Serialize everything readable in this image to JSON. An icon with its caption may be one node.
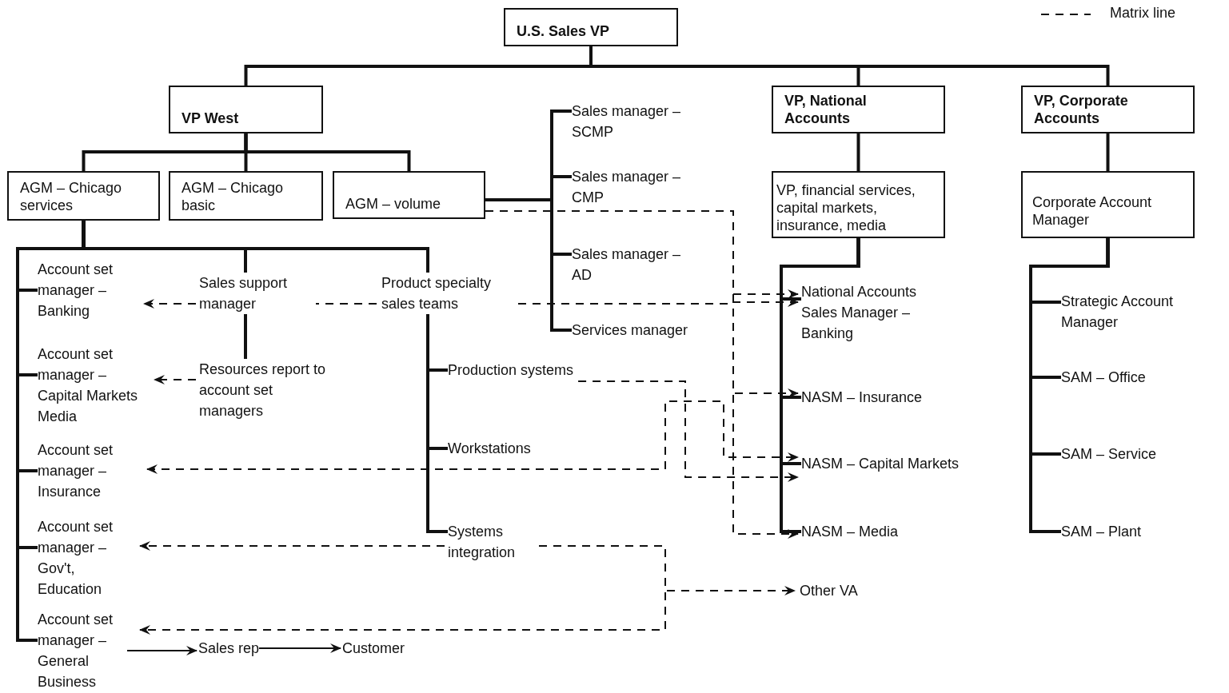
{
  "diagram": {
    "nodes": [
      {
        "text": [
          "U.S. Sales VP"
        ]
      },
      {
        "text": [
          "VP West"
        ]
      },
      {
        "text": [
          "VP, National Accounts"
        ]
      },
      {
        "text": [
          "VP, Corporate Accounts"
        ]
      },
      {
        "text": [
          "AGM – Chicago services"
        ]
      },
      {
        "text": [
          "AGM – Chicago basic"
        ]
      },
      {
        "text": [
          "AGM – volume"
        ]
      },
      {
        "text": [
          "Sales manager – SCMP"
        ]
      },
      {
        "text": [
          "Sales manager – CMP"
        ]
      },
      {
        "text": [
          "Sales manager – AD"
        ]
      },
      {
        "text": [
          "Services manager"
        ]
      },
      {
        "text": [
          "VP, financial services, capital markets, insurance, media"
        ]
      },
      {
        "text": [
          "Corporate Account Manager"
        ]
      },
      {
        "text": [
          "Account set manager – Banking"
        ]
      },
      {
        "text": [
          "Account set manager – Capital Markets Media"
        ]
      },
      {
        "text": [
          "Account set manager – Insurance"
        ]
      },
      {
        "text": [
          "Account set manager – Gov't, Education"
        ]
      },
      {
        "text": [
          "Account set manager – General Business"
        ]
      },
      {
        "text": [
          "Sales support manager"
        ]
      },
      {
        "text": [
          "Product specialty sales teams"
        ]
      },
      {
        "text": [
          "Resources report to account set managers"
        ]
      },
      {
        "text": [
          "Production systems"
        ]
      },
      {
        "text": [
          "Workstations"
        ]
      },
      {
        "text": [
          "Systems integration"
        ]
      },
      {
        "text": [
          "National Accounts Sales Manager – Banking"
        ]
      },
      {
        "text": [
          "NASM – Insurance"
        ]
      },
      {
        "text": [
          "NASM – Capital Markets"
        ]
      },
      {
        "text": [
          "NASM – Media"
        ]
      },
      {
        "text": [
          "Strategic Account Manager"
        ]
      },
      {
        "text": [
          "SAM – Office"
        ]
      },
      {
        "text": [
          "SAM – Service"
        ]
      },
      {
        "text": [
          "SAM – Plant"
        ]
      },
      {
        "text": [
          "Other VA"
        ]
      },
      {
        "text": [
          "Sales rep"
        ]
      },
      {
        "text": [
          "Customer"
        ]
      }
    ],
    "edges": [
      {
        "from": 0,
        "to": 1,
        "arrow": "none"
      },
      {
        "from": 0,
        "to": 2,
        "arrow": "none"
      },
      {
        "from": 0,
        "to": 3,
        "arrow": "none"
      },
      {
        "from": 1,
        "to": 4,
        "arrow": "none"
      },
      {
        "from": 1,
        "to": 5,
        "arrow": "none"
      },
      {
        "from": 1,
        "to": 6,
        "arrow": "none"
      },
      {
        "from": 6,
        "to": 7,
        "arrow": "none"
      },
      {
        "from": 6,
        "to": 8,
        "arrow": "none"
      },
      {
        "from": 6,
        "to": 9,
        "arrow": "none"
      },
      {
        "from": 6,
        "to": 10,
        "arrow": "none"
      },
      {
        "from": 2,
        "to": 11,
        "arrow": "none"
      },
      {
        "from": 3,
        "to": 12,
        "arrow": "none"
      },
      {
        "from": 4,
        "to": 13,
        "arrow": "none"
      },
      {
        "from": 4,
        "to": 14,
        "arrow": "none"
      },
      {
        "from": 4,
        "to": 15,
        "arrow": "none"
      },
      {
        "from": 4,
        "to": 16,
        "arrow": "none"
      },
      {
        "from": 4,
        "to": 17,
        "arrow": "none"
      },
      {
        "from": 4,
        "to": 18,
        "arrow": "none"
      },
      {
        "from": 4,
        "to": 19,
        "arrow": "none"
      },
      {
        "from": 18,
        "to": 20,
        "arrow": "none"
      },
      {
        "from": 19,
        "to": 21,
        "arrow": "none"
      },
      {
        "from": 19,
        "to": 22,
        "arrow": "none"
      },
      {
        "from": 19,
        "to": 23,
        "arrow": "none"
      },
      {
        "from": 11,
        "to": 24,
        "arrow": "none"
      },
      {
        "from": 11,
        "to": 25,
        "arrow": "none"
      },
      {
        "from": 11,
        "to": 26,
        "arrow": "none"
      },
      {
        "from": 11,
        "to": 27,
        "arrow": "none"
      },
      {
        "from": 12,
        "to": 28,
        "arrow": "none"
      },
      {
        "from": 12,
        "to": 29,
        "arrow": "none"
      },
      {
        "from": 12,
        "to": 30,
        "arrow": "none"
      },
      {
        "from": 12,
        "to": 31,
        "arrow": "none"
      },
      {
        "from": 18,
        "to": 13,
        "arrow": "to",
        "style": "dashed"
      },
      {
        "from": 20,
        "to": 14,
        "arrow": "to",
        "style": "dashed"
      },
      {
        "from": 19,
        "to": 18,
        "arrow": "none",
        "style": "dashed"
      },
      {
        "from": 19,
        "to": 24,
        "arrow": "to",
        "style": "dashed"
      },
      {
        "from": 6,
        "to": 24,
        "arrow": "to",
        "style": "dashed"
      },
      {
        "from": 6,
        "to": 25,
        "arrow": "to",
        "style": "dashed"
      },
      {
        "from": 6,
        "to": 27,
        "arrow": "to",
        "style": "dashed"
      },
      {
        "from": 21,
        "to": 26,
        "arrow": "to",
        "style": "dashed"
      },
      {
        "from": 15,
        "to": 26,
        "arrow": "both",
        "style": "dashed"
      },
      {
        "from": 23,
        "to": 16,
        "arrow": "to",
        "style": "dashed"
      },
      {
        "from": 23,
        "to": 32,
        "arrow": "to",
        "style": "dashed"
      },
      {
        "from": 23,
        "to": 17,
        "arrow": "to",
        "style": "dashed"
      },
      {
        "from": 17,
        "to": 33,
        "arrow": "to"
      },
      {
        "from": 33,
        "to": 34,
        "arrow": "to"
      }
    ],
    "legend": [
      {
        "text": "Matrix line"
      }
    ]
  }
}
